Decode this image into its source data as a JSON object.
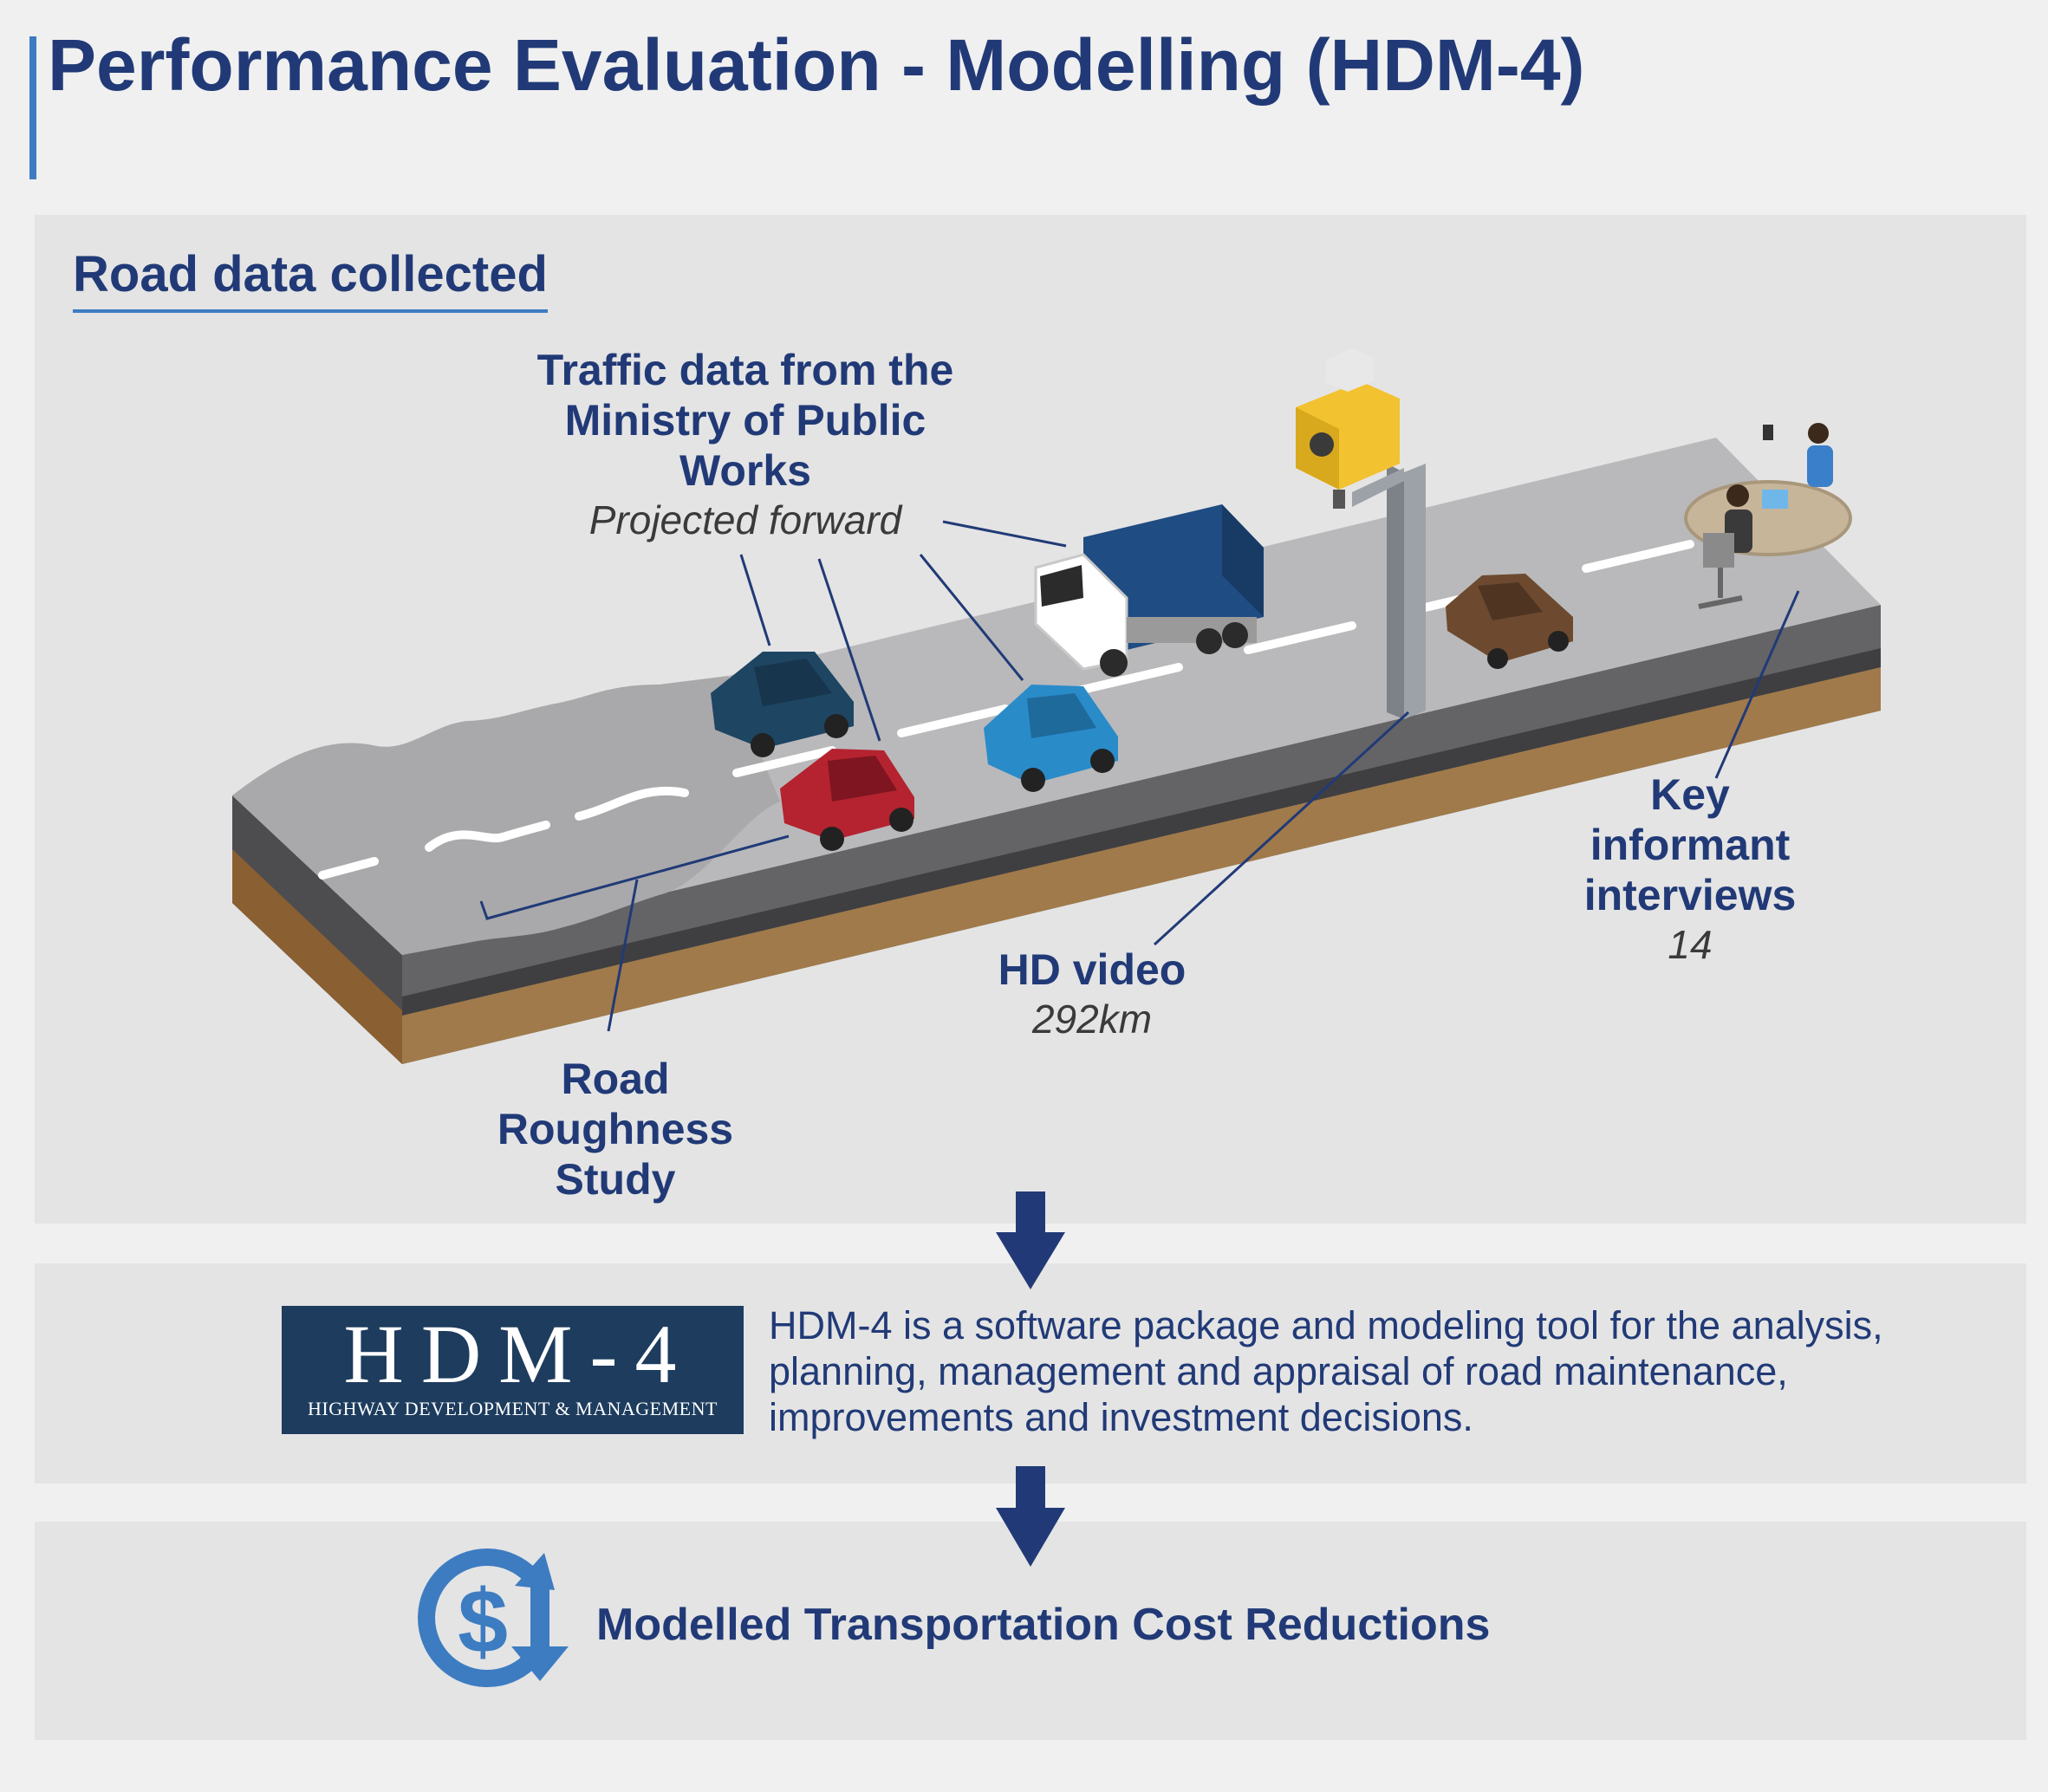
{
  "title": "Performance Evaluation - Modelling (HDM-4)",
  "section_heading": "Road data collected",
  "labels": {
    "traffic_title": "Traffic data from the Ministry of Public Works",
    "traffic_sub": "Projected forward",
    "roughness_title": "Road Roughness Study",
    "hd_video_title": "HD video",
    "hd_video_sub": "292km",
    "interviews_title": "Key informant interviews",
    "interviews_sub": "14"
  },
  "hdm_logo": {
    "main_text": "HDM-4",
    "sub_text": "HIGHWAY DEVELOPMENT & MANAGEMENT"
  },
  "hdm_description": "HDM-4 is a software package and modeling tool for the analysis, planning, management and appraisal of road maintenance, improvements and investment decisions.",
  "cost_label": "Modelled Transportation Cost Reductions",
  "icons": [
    "truck-icon",
    "car-icon",
    "traffic-camera-icon",
    "interview-table-icon",
    "down-arrow-icon",
    "dollar-down-icon"
  ],
  "colors": {
    "heading": "#213a77",
    "accent": "#3d7cc1",
    "panel": "#e4e4e4",
    "road": "#b9b9bb",
    "soil": "#a07a4b",
    "logo_bg": "#1d3c5e"
  }
}
